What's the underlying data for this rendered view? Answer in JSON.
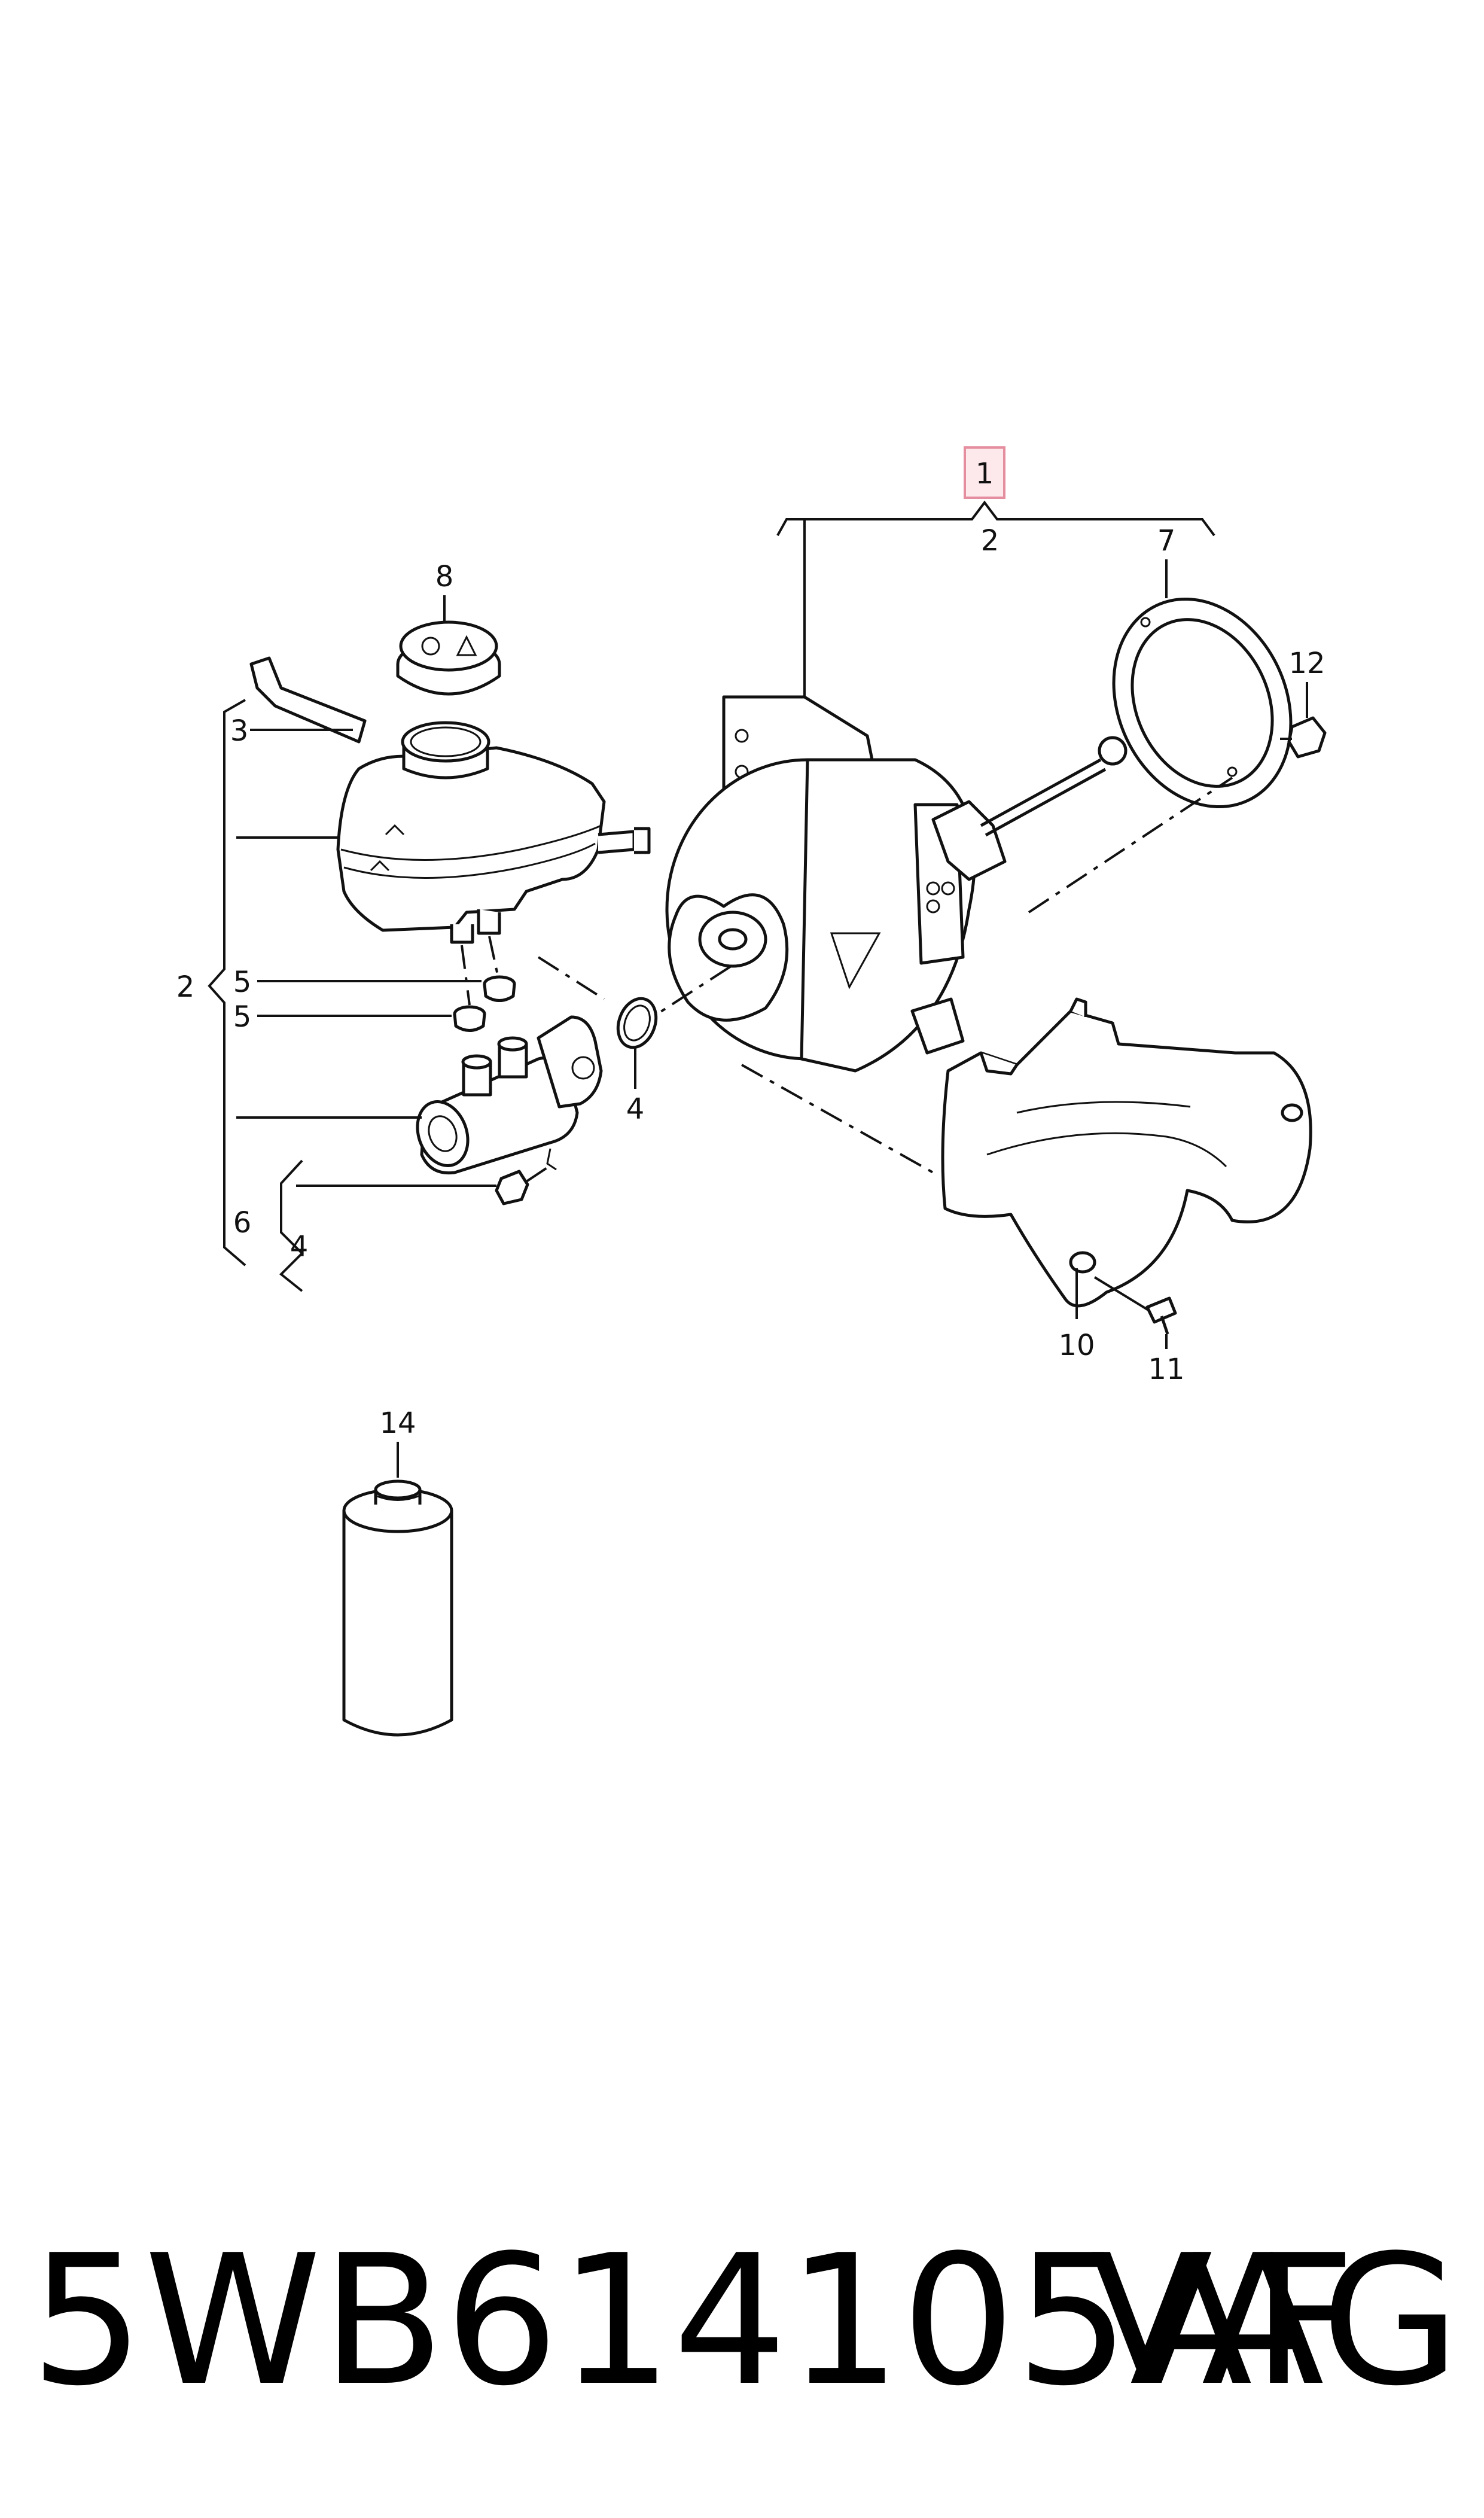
{
  "callouts": {
    "c1": "1",
    "c2_top": "2",
    "c2_left": "2",
    "c3": "3",
    "c4_ring": "4",
    "c4_nut": "4",
    "c5_a": "5",
    "c5_b": "5",
    "c6": "6",
    "c7": "7",
    "c8": "8",
    "c10": "10",
    "c11": "11",
    "c12": "12",
    "c14": "14"
  },
  "footer": {
    "part_number": "5WB614105AF",
    "brand": "VAG"
  },
  "colors": {
    "line": "#111111",
    "highlight_fill": "#fde8ec",
    "highlight_border": "#e58ea0"
  }
}
